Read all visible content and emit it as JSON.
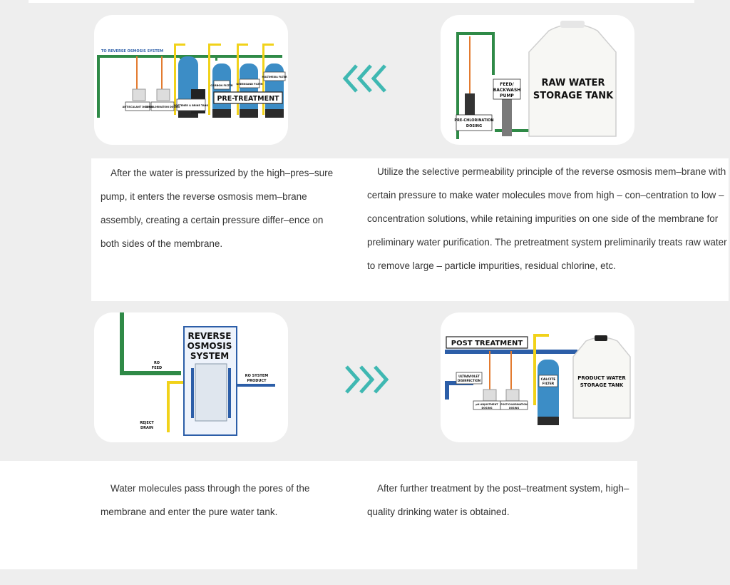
{
  "colors": {
    "accent": "#3fb8b2",
    "pipe_green": "#2f8a47",
    "pipe_yellow": "#f1d21a",
    "pipe_blue": "#2c5ea8",
    "tank_blue": "#3c8dc6",
    "pipe_orange": "#e37b30"
  },
  "icons": {
    "arrow_left": "triple-chevron-left-icon",
    "arrow_right": "triple-chevron-right-icon"
  },
  "pretreatment_image": {
    "to_ro_label": "TO REVERSE OSMOSIS SYSTEM",
    "heading": "PRE-TREATMENT",
    "antiscalant": "ANTISCALANT DOSING",
    "dechlorination": "DE-CHLORINATION DOSING",
    "softener": "SOFTENER & BRINE TANK",
    "carbon": "CARBON FILTER",
    "greensand": "GREENSAND FILTER",
    "multimedia": "MULTIMEDIA FILTER"
  },
  "raw_tank_image": {
    "tank_label_1": "RAW WATER",
    "tank_label_2": "STORAGE TANK",
    "pump_1": "FEED/",
    "pump_2": "BACKWASH",
    "pump_3": "PUMP",
    "prechlor_1": "PRE-CHLORINATION",
    "prechlor_2": "DOSING"
  },
  "ro_image": {
    "title_1": "REVERSE",
    "title_2": "OSMOSIS",
    "title_3": "SYSTEM",
    "feed_1": "RO",
    "feed_2": "FEED",
    "product_1": "RO SYSTEM",
    "product_2": "PRODUCT",
    "reject_1": "REJECT",
    "reject_2": "DRAIN"
  },
  "post_image": {
    "heading": "POST TREATMENT",
    "uv_1": "ULTRAVIOLET",
    "uv_2": "DISINFECTION",
    "calcite_1": "CALCITE",
    "calcite_2": "FILTER",
    "ph_1": "pH ADJUSTMENT",
    "ph_2": "DOSING",
    "postchlor_1": "POST-CHLORINATION",
    "postchlor_2": "DOSING",
    "tank_1": "PRODUCT WATER",
    "tank_2": "STORAGE TANK"
  },
  "texts": {
    "p1": "After the water is pressurized by the high–pres–sure pump, it enters the reverse osmosis mem–brane assembly, creating a certain pressure differ–ence on both sides of the membrane.",
    "p2": "Utilize the selective permeability principle of the reverse osmosis mem–brane with certain pressure to make water molecules move from high – con–centration to low – concentration solutions, while retaining impurities on one side of the membrane for preliminary water purification. The pretreatment system preliminarily treats raw water to remove large – particle impurities, residual chlorine, etc.",
    "p3": "Water molecules pass through the pores of the membrane and enter the pure water tank.",
    "p4": "After further treatment by the post–treatment system, high–quality drinking water is obtained."
  }
}
